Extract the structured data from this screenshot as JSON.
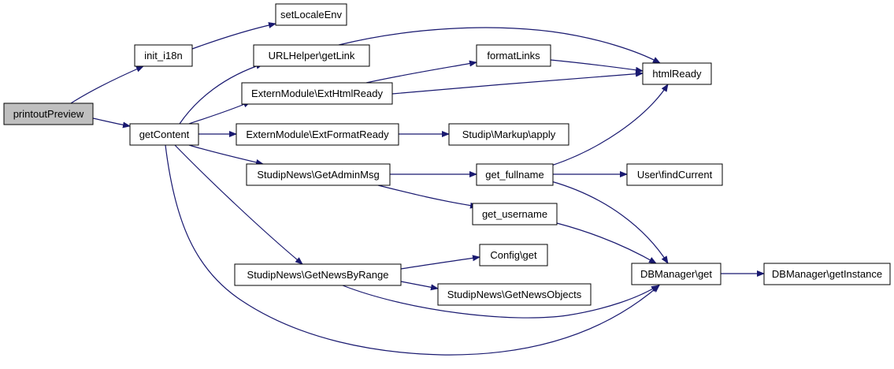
{
  "diagram": {
    "edge_color": "#191970",
    "root_fill": "#bfbfbf",
    "nodes": [
      {
        "id": "printoutPreview",
        "label": "printoutPreview",
        "root": true
      },
      {
        "id": "init_i18n",
        "label": "init_i18n"
      },
      {
        "id": "setLocaleEnv",
        "label": "setLocaleEnv"
      },
      {
        "id": "getContent",
        "label": "getContent"
      },
      {
        "id": "getLink",
        "label": "URLHelper\\getLink"
      },
      {
        "id": "ExtHtmlReady",
        "label": "ExternModule\\ExtHtmlReady"
      },
      {
        "id": "ExtFormatReady",
        "label": "ExternModule\\ExtFormatReady"
      },
      {
        "id": "GetAdminMsg",
        "label": "StudipNews\\GetAdminMsg"
      },
      {
        "id": "GetNewsByRange",
        "label": "StudipNews\\GetNewsByRange"
      },
      {
        "id": "formatLinks",
        "label": "formatLinks"
      },
      {
        "id": "htmlReady",
        "label": "htmlReady"
      },
      {
        "id": "apply",
        "label": "Studip\\Markup\\apply"
      },
      {
        "id": "get_fullname",
        "label": "get_fullname"
      },
      {
        "id": "get_username",
        "label": "get_username"
      },
      {
        "id": "findCurrent",
        "label": "User\\findCurrent"
      },
      {
        "id": "Config_get",
        "label": "Config\\get"
      },
      {
        "id": "GetNewsObjects",
        "label": "StudipNews\\GetNewsObjects"
      },
      {
        "id": "DBManager_get",
        "label": "DBManager\\get"
      },
      {
        "id": "getInstance",
        "label": "DBManager\\getInstance"
      }
    ],
    "edges": [
      {
        "from": "printoutPreview",
        "to": "init_i18n"
      },
      {
        "from": "printoutPreview",
        "to": "getContent"
      },
      {
        "from": "init_i18n",
        "to": "setLocaleEnv"
      },
      {
        "from": "getContent",
        "to": "getLink"
      },
      {
        "from": "getContent",
        "to": "ExtHtmlReady"
      },
      {
        "from": "getContent",
        "to": "ExtFormatReady"
      },
      {
        "from": "getContent",
        "to": "GetAdminMsg"
      },
      {
        "from": "getContent",
        "to": "GetNewsByRange"
      },
      {
        "from": "getContent",
        "to": "DBManager_get"
      },
      {
        "from": "getLink",
        "to": "htmlReady"
      },
      {
        "from": "ExtHtmlReady",
        "to": "formatLinks"
      },
      {
        "from": "ExtHtmlReady",
        "to": "htmlReady"
      },
      {
        "from": "formatLinks",
        "to": "htmlReady"
      },
      {
        "from": "ExtFormatReady",
        "to": "apply"
      },
      {
        "from": "GetAdminMsg",
        "to": "get_fullname"
      },
      {
        "from": "GetAdminMsg",
        "to": "get_username"
      },
      {
        "from": "get_fullname",
        "to": "htmlReady"
      },
      {
        "from": "get_fullname",
        "to": "findCurrent"
      },
      {
        "from": "get_fullname",
        "to": "DBManager_get"
      },
      {
        "from": "get_username",
        "to": "DBManager_get"
      },
      {
        "from": "GetNewsByRange",
        "to": "Config_get"
      },
      {
        "from": "GetNewsByRange",
        "to": "GetNewsObjects"
      },
      {
        "from": "GetNewsByRange",
        "to": "DBManager_get"
      },
      {
        "from": "DBManager_get",
        "to": "getInstance"
      }
    ]
  }
}
